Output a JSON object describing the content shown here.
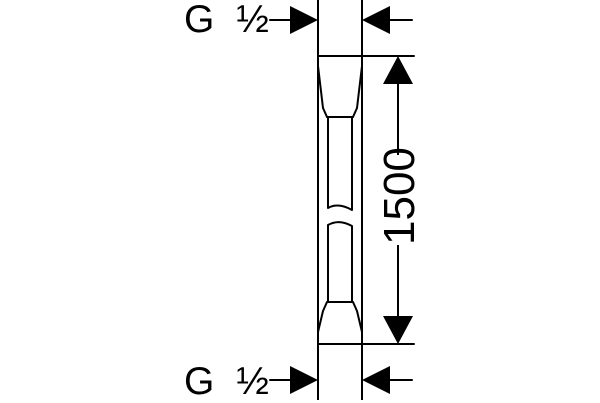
{
  "drawing": {
    "thread_top": {
      "letter": "G",
      "size": "½"
    },
    "thread_bottom": {
      "letter": "G",
      "size": "½"
    },
    "length_dimension": "1500"
  },
  "colors": {
    "ink": "#000000",
    "background": "#ffffff"
  }
}
